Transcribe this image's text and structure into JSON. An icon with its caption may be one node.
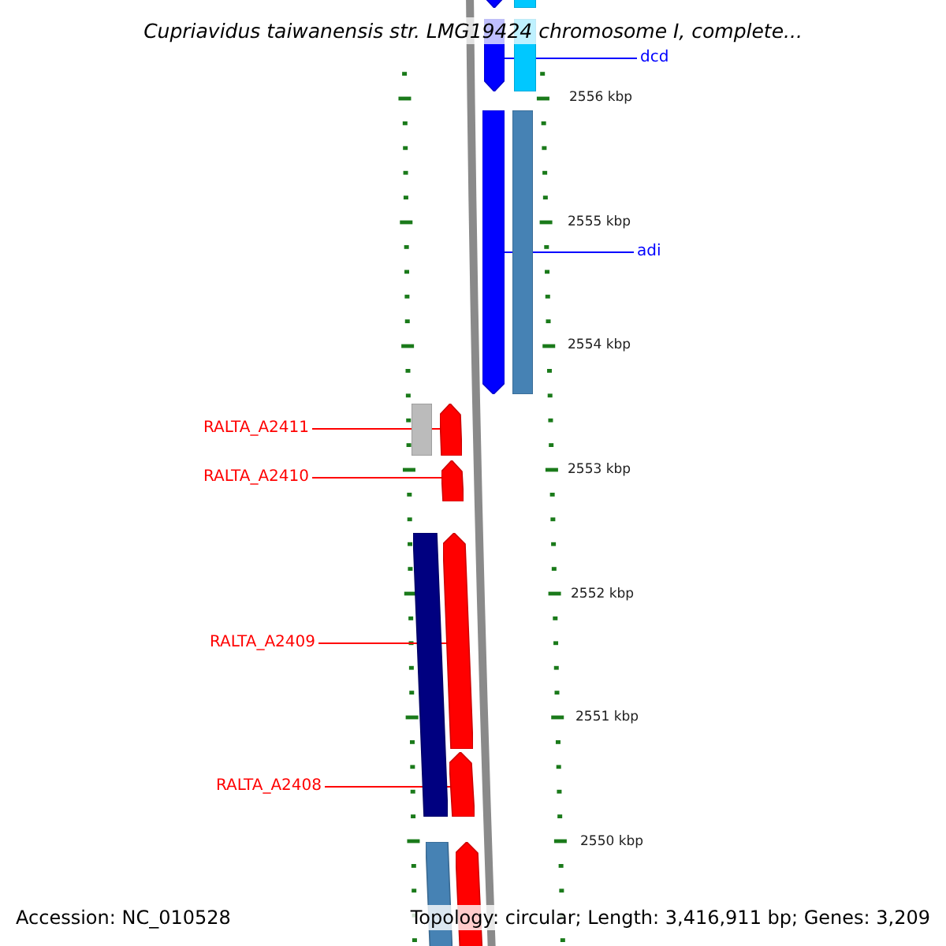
{
  "diagram": {
    "title": "Cupriavidus taiwanensis str. LMG19424 chromosome I, complete...",
    "nodes": [
      {
        "text": [],
        "shape": "arrow"
      },
      {
        "text": [],
        "shape": "bar"
      },
      {
        "text": [],
        "shape": "arrow"
      },
      {
        "text": [],
        "shape": "bar"
      },
      {
        "text": [
          "dcd"
        ]
      },
      {
        "text": [],
        "shape": "arrow"
      },
      {
        "text": [],
        "shape": "bar"
      },
      {
        "text": [
          "adi"
        ]
      },
      {
        "text": [
          "RALTA_A2411"
        ]
      },
      {
        "text": [],
        "shape": "bar"
      },
      {
        "text": [],
        "shape": "arrow"
      },
      {
        "text": [
          "RALTA_A2410"
        ]
      },
      {
        "text": [],
        "shape": "arrow"
      },
      {
        "text": [
          "RALTA_A2409"
        ]
      },
      {
        "text": [],
        "shape": "bar"
      },
      {
        "text": [],
        "shape": "arrow"
      },
      {
        "text": [
          "RALTA_A2408"
        ]
      },
      {
        "text": [],
        "shape": "arrow"
      },
      {
        "text": [],
        "shape": "bar"
      },
      {
        "text": [],
        "shape": "arrow"
      }
    ],
    "edges": [
      {
        "from": 4,
        "to": 2,
        "arrow": "none",
        "color": "#0000ff"
      },
      {
        "from": 7,
        "to": 5,
        "arrow": "none",
        "color": "#0000ff"
      },
      {
        "from": 8,
        "to": 10,
        "arrow": "none"
      },
      {
        "from": 11,
        "to": 12,
        "arrow": "none"
      },
      {
        "from": 13,
        "to": 15,
        "arrow": "none"
      },
      {
        "from": 16,
        "to": 17,
        "arrow": "none"
      }
    ],
    "labels": [
      "2556 kbp",
      "2555 kbp",
      "2554 kbp",
      "2553 kbp",
      "2552 kbp",
      "2551 kbp",
      "2550 kbp",
      "Accession: NC_010528",
      "Topology: circular; Length: 3,416,911 bp; Genes: 3,209"
    ]
  }
}
